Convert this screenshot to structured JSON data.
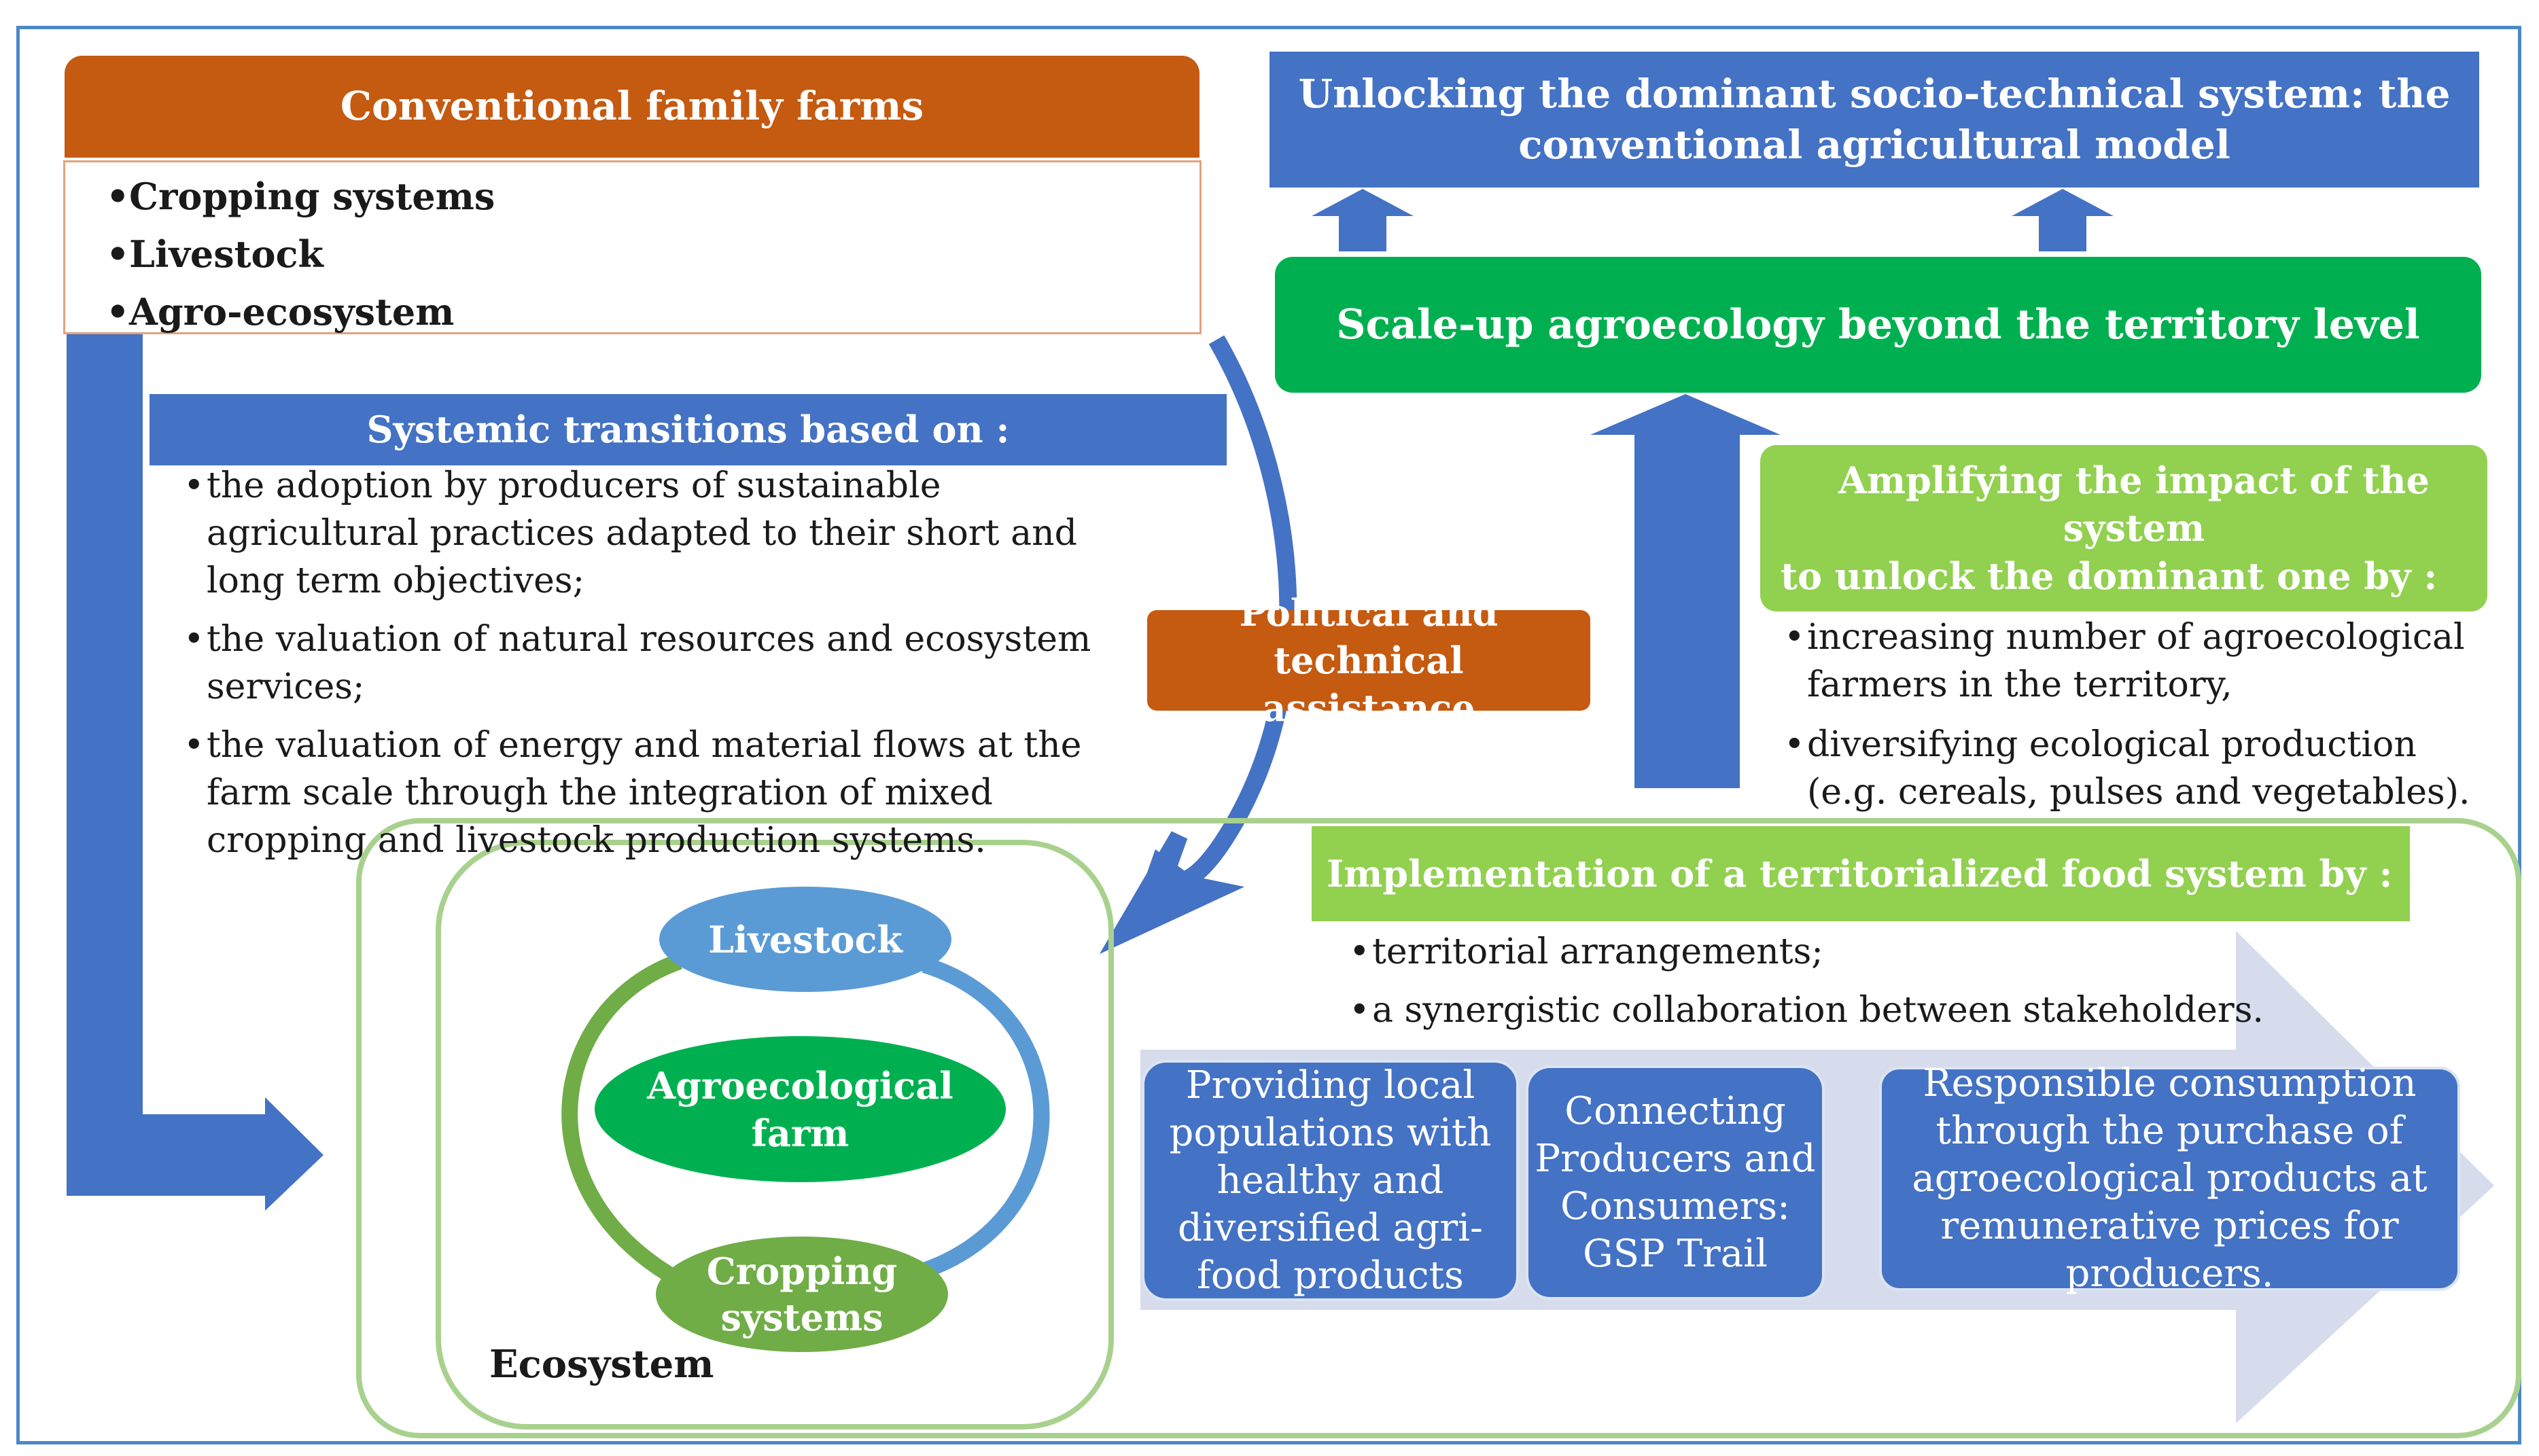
{
  "farms": {
    "title": "Conventional  family farms",
    "items": [
      "Cropping systems",
      "Livestock",
      "Agro-ecosystem"
    ]
  },
  "unlocking": {
    "line1": "Unlocking the dominant socio-technical system: the",
    "line2": "conventional agricultural model"
  },
  "scaleup": "Scale-up agroecology beyond the territory level",
  "systemic": {
    "title": "Systemic transitions based on :",
    "items": [
      "the adoption by producers of sustainable agricultural practices adapted to their short and long term objectives;",
      "the valuation of natural resources and ecosystem services;",
      "the valuation of energy and material flows at the farm scale through the integration of mixed cropping and livestock production systems."
    ]
  },
  "assistance": {
    "line1": "Political  and technical",
    "line2": "assistance"
  },
  "amplifying": {
    "line1": "Amplifying  the impact of the system",
    "line2": "to unlock  the dominant one by :",
    "items": [
      "increasing number of agroecological farmers in the territory,",
      "diversifying ecological production (e.g. cereals, pulses and vegetables)."
    ]
  },
  "implementation": {
    "title": "Implementation  of a territorialized  food system by :",
    "items": [
      "territorial arrangements;",
      "a synergistic collaboration between stakeholders."
    ]
  },
  "boxes": [
    "Providing local populations with healthy and diversified agri-food products",
    "Connecting Producers and Consumers: GSP Trail",
    "Responsible consumption through the purchase of agroecological products at remunerative prices for producers."
  ],
  "cycle": {
    "livestock": "Livestock",
    "farm_line1": "Agroecological",
    "farm_line2": "farm",
    "cropping_line1": "Cropping",
    "cropping_line2": "systems",
    "ecosystem": "Ecosystem"
  },
  "colors": {
    "orange": "#c55a11",
    "blue": "#4472c4",
    "green": "#00b050",
    "light_green": "#92d050",
    "frame": "#4a88c8",
    "chevron": "#d6dcec"
  }
}
